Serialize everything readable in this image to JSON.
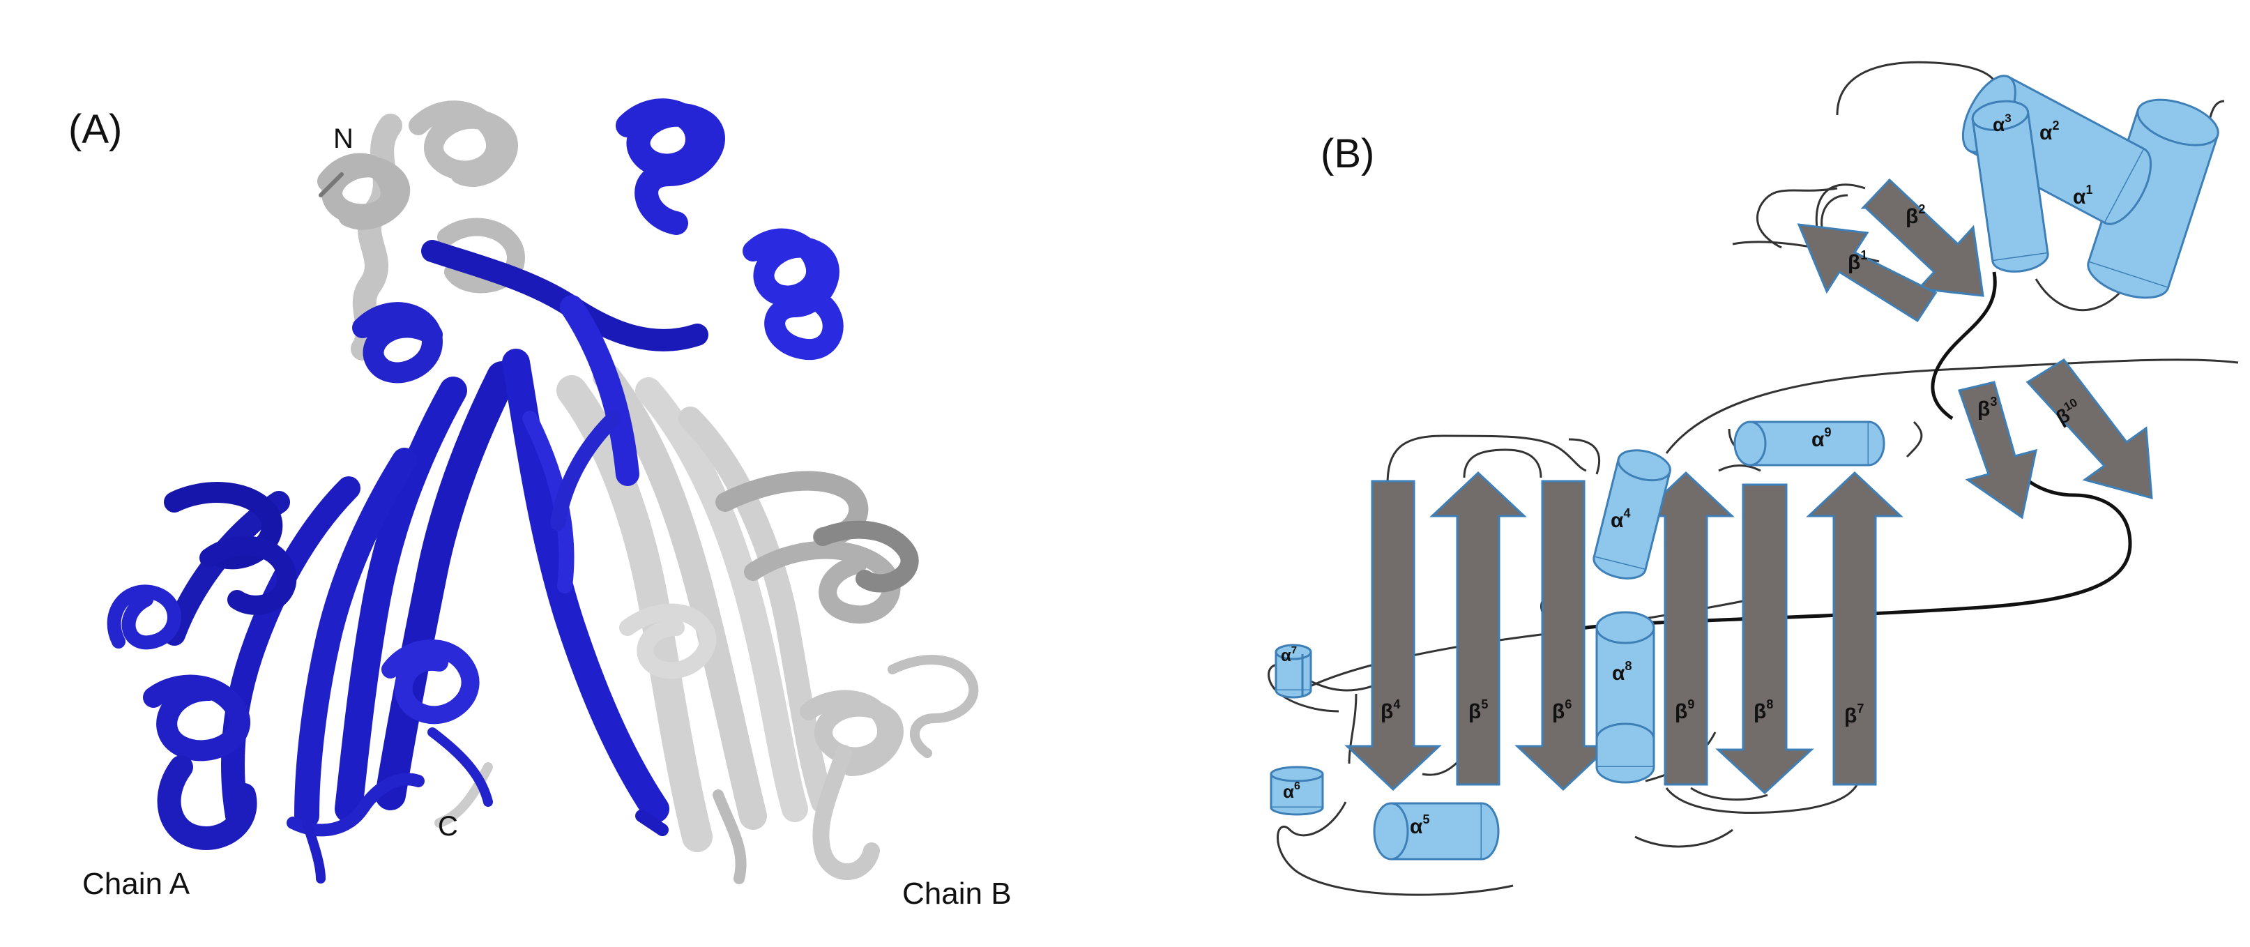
{
  "panel_a": {
    "label": "(A)",
    "n_terminus": "N",
    "c_terminus": "C",
    "chain_a_label": "Chain A",
    "chain_b_label": "Chain B",
    "chain_a_color": "#1f1fc8",
    "chain_b_color": "#c8c8c8"
  },
  "panel_b": {
    "label": "(B)",
    "helix_color": "#8fc7ec",
    "helix_stroke": "#3d7fb6",
    "strand_color": "#726d6b",
    "strand_stroke": "#3d7fb6",
    "helices": [
      {
        "id": "a1",
        "letter": "α",
        "sup": "1"
      },
      {
        "id": "a2",
        "letter": "α",
        "sup": "2"
      },
      {
        "id": "a3",
        "letter": "α",
        "sup": "3"
      },
      {
        "id": "a4",
        "letter": "α",
        "sup": "4"
      },
      {
        "id": "a5",
        "letter": "α",
        "sup": "5"
      },
      {
        "id": "a6",
        "letter": "α",
        "sup": "6"
      },
      {
        "id": "a7",
        "letter": "α",
        "sup": "7"
      },
      {
        "id": "a8",
        "letter": "α",
        "sup": "8"
      },
      {
        "id": "a9",
        "letter": "α",
        "sup": "9"
      }
    ],
    "strands": [
      {
        "id": "b1",
        "letter": "β",
        "sup": "1"
      },
      {
        "id": "b2",
        "letter": "β",
        "sup": "2"
      },
      {
        "id": "b3",
        "letter": "β",
        "sup": "3"
      },
      {
        "id": "b4",
        "letter": "β",
        "sup": "4"
      },
      {
        "id": "b5",
        "letter": "β",
        "sup": "5"
      },
      {
        "id": "b6",
        "letter": "β",
        "sup": "6"
      },
      {
        "id": "b7",
        "letter": "β",
        "sup": "7"
      },
      {
        "id": "b8",
        "letter": "β",
        "sup": "8"
      },
      {
        "id": "b9",
        "letter": "β",
        "sup": "9"
      },
      {
        "id": "b10",
        "letter": "β",
        "sup": "10"
      }
    ]
  }
}
